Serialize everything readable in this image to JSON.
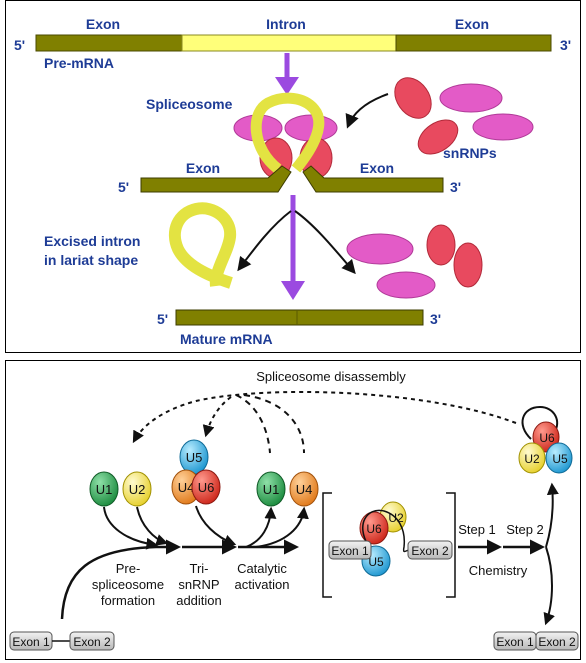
{
  "top": {
    "pre_mrna": {
      "label_5": "5'",
      "label_3": "3'",
      "exon_left": "Exon",
      "intron": "Intron",
      "exon_right": "Exon",
      "name": "Pre-mRNA"
    },
    "spliceosome": "Spliceosome",
    "snrnps": "snRNPs",
    "middle": {
      "label_5": "5'",
      "label_3": "3'",
      "exon_left": "Exon",
      "exon_right": "Exon"
    },
    "excised": {
      "line1": "Excised intron",
      "line2": "in lariat shape"
    },
    "mature": {
      "label_5": "5'",
      "label_3": "3'",
      "name": "Mature mRNA"
    },
    "colors": {
      "exon": "#808000",
      "intron": "#ffff7a",
      "text": "#1e3c96",
      "arrow": "#9b4ae0",
      "snrnp_red": "#e84a5f",
      "snrnp_pink": "#e35bc7",
      "lariat": "#e3e342"
    }
  },
  "bottom": {
    "disassembly": "Spliceosome disassembly",
    "snrnps": {
      "u1a": "U1",
      "u2a": "U2",
      "u5a": "U5",
      "u4a": "U4",
      "u6a": "U6",
      "u1b": "U1",
      "u4b": "U4",
      "u6c": "U6",
      "u2c": "U2",
      "u5c": "U5",
      "u6d": "U6",
      "u2d": "U2",
      "u5d": "U5"
    },
    "steps": {
      "pre": [
        "Pre-",
        "spliceosome",
        "formation"
      ],
      "tri": [
        "Tri-",
        "snRNP",
        "addition"
      ],
      "cat": [
        "Catalytic",
        "activation"
      ]
    },
    "chem": {
      "step1": "Step 1",
      "step2": "Step 2",
      "label": "Chemistry"
    },
    "exons": {
      "complex1": "Exon 1",
      "complex2": "Exon 2",
      "start1": "Exon 1",
      "start2": "Exon 2",
      "end1": "Exon 1",
      "end2": "Exon 2"
    },
    "colors": {
      "u1": "#1fa84a",
      "u2": "#f2e24a",
      "u4": "#f08a2c",
      "u5": "#29a9dd",
      "u6": "#e2342b"
    }
  }
}
